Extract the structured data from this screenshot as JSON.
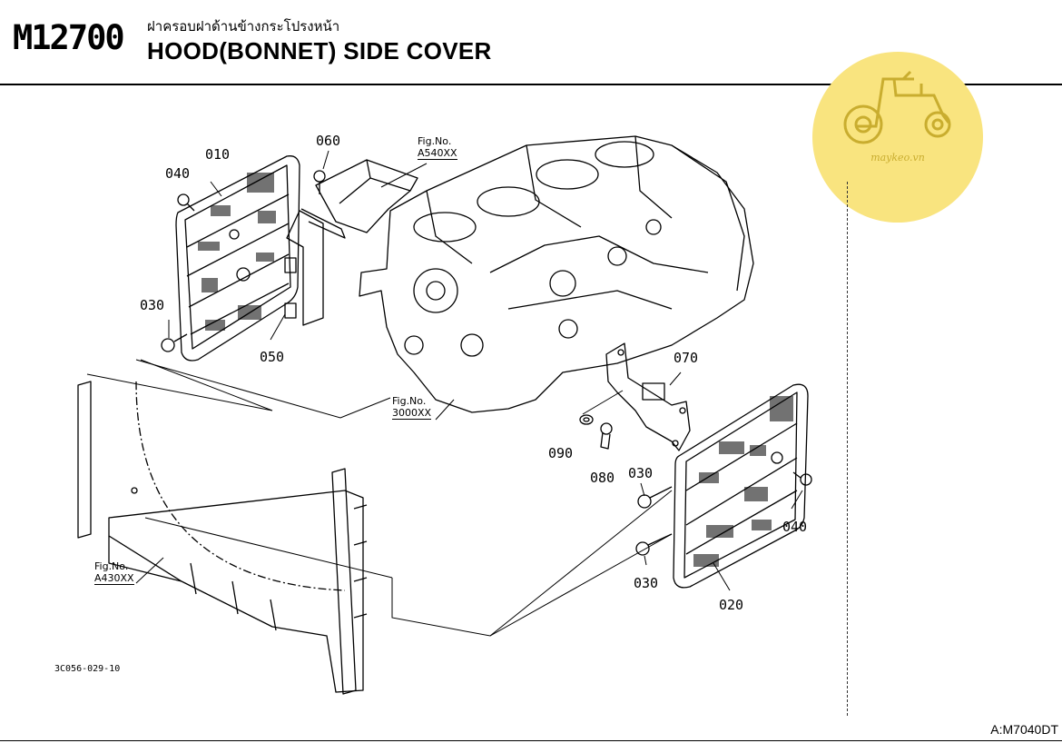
{
  "header": {
    "code": "M12700",
    "thai_title": "ฝาครอบฝาด้านข้างกระโปรงหน้า",
    "title": "HOOD(BONNET) SIDE COVER"
  },
  "parts": {
    "p010": "010",
    "p040_left": "040",
    "p060": "060",
    "p030_left": "030",
    "p050": "050",
    "p070": "070",
    "p090": "090",
    "p080": "080",
    "p030_right_top": "030",
    "p040_right": "040",
    "p030_right_bottom": "030",
    "p020": "020"
  },
  "figure_refs": {
    "a540": {
      "label": "Fig.No.",
      "code": "A540XX"
    },
    "f3000": {
      "label": "Fig.No.",
      "code": "3000XX"
    },
    "a430": {
      "label": "Fig.No.",
      "code": "A430XX"
    }
  },
  "drawing_id": "3C056-029-10",
  "page_ref": "A:M7040DT",
  "watermark": {
    "text": "maykeo.vn",
    "color": "#f7e27a",
    "icon": "tractor-icon"
  }
}
